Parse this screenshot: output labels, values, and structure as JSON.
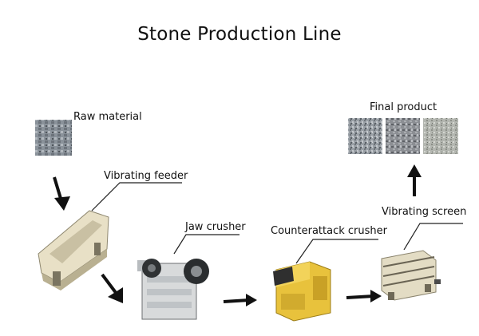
{
  "diagram": {
    "title": "Stone Production Line",
    "labels": {
      "raw_material": "Raw material",
      "vibrating_feeder": "Vibrating feeder",
      "jaw_crusher": "Jaw crusher",
      "counterattack_crusher": "Counterattack crusher",
      "vibrating_screen": "Vibrating screen",
      "final_product": "Final product"
    }
  }
}
